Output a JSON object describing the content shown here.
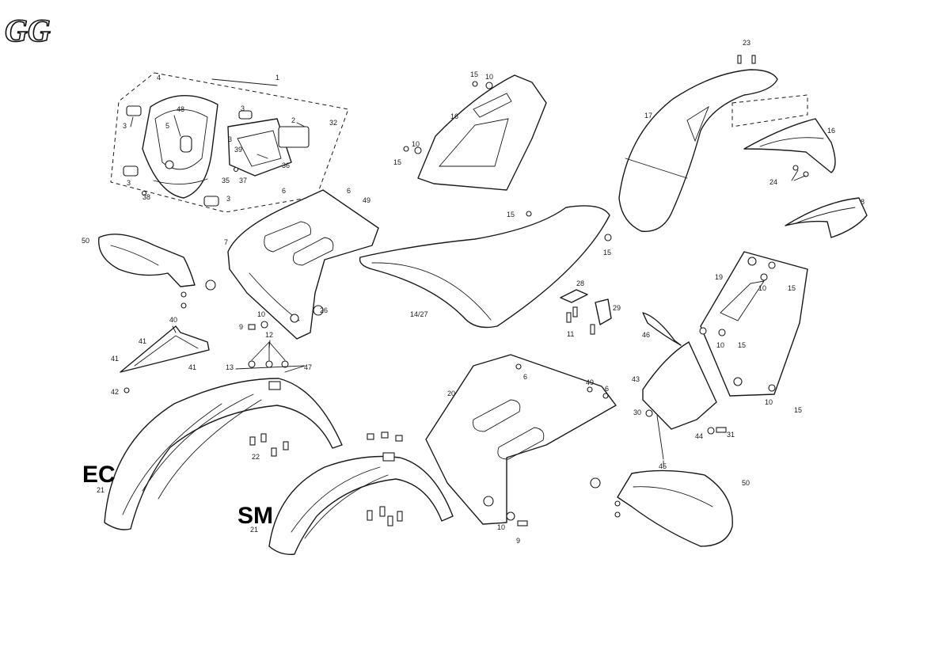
{
  "logo": "GG",
  "variants": {
    "ec": "EC",
    "sm": "SM"
  },
  "callouts": [
    "4",
    "1",
    "48",
    "3",
    "5",
    "3",
    "2",
    "32",
    "3",
    "3",
    "39",
    "36",
    "35",
    "37",
    "38",
    "3",
    "6",
    "6",
    "49",
    "7",
    "50",
    "26",
    "40",
    "10",
    "9",
    "12",
    "41",
    "41",
    "41",
    "13",
    "47",
    "42",
    "22",
    "21",
    "21",
    "15",
    "10",
    "16",
    "10",
    "15",
    "15",
    "15",
    "14/27",
    "28",
    "29",
    "11",
    "20",
    "6",
    "49",
    "6",
    "10",
    "9",
    "23",
    "17",
    "16",
    "24",
    "8",
    "19",
    "10",
    "15",
    "10",
    "15",
    "46",
    "43",
    "30",
    "44",
    "31",
    "45",
    "10",
    "15",
    "50"
  ]
}
